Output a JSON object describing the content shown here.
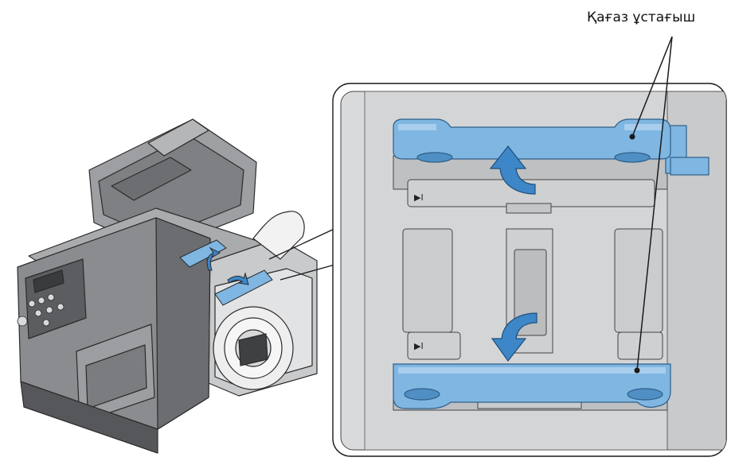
{
  "callout": {
    "label": "Қағаз ұстағыш"
  },
  "printer": {
    "panel_buttons": [
      "",
      "",
      "",
      "",
      "",
      "",
      "",
      ""
    ]
  },
  "detail": {
    "marker_top": "▶I",
    "marker_bottom": "▶I"
  },
  "colors": {
    "holder_blue": "#7fb6e2",
    "holder_blue_dark": "#4f8fc4",
    "arrow_blue": "#3d86c8",
    "body_gray": "#8a8c8f",
    "body_dark": "#5b5d60",
    "panel_bg": "#d9dadb",
    "line": "#1a1a1a"
  },
  "icons": {
    "arrow_up": "curved-arrow-up-icon",
    "arrow_down": "curved-arrow-down-icon"
  }
}
